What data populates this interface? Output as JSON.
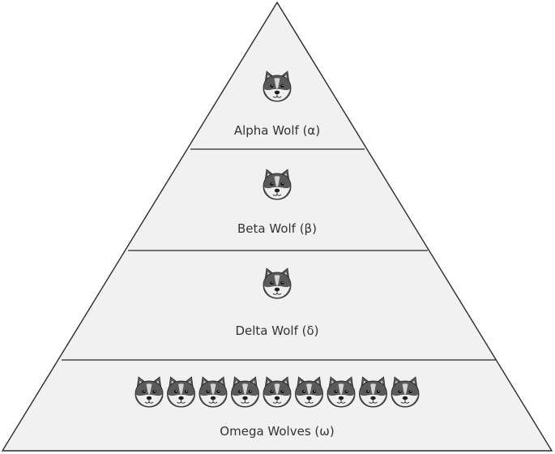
{
  "colors": {
    "background": "#ffffff",
    "pyramid_fill": "#f1f1f1",
    "outline": "#2b2b2b",
    "label_text": "#333333",
    "wolf_fur_dark": "#5a5a5a",
    "wolf_fur_light": "#efefef",
    "wolf_nose": "#1e1e1e"
  },
  "icon": "wolf-face-icon",
  "tiers": [
    {
      "label": "Alpha Wolf (α)",
      "wolf_count": 1
    },
    {
      "label": "Beta Wolf (β)",
      "wolf_count": 1
    },
    {
      "label": "Delta Wolf (δ)",
      "wolf_count": 1
    },
    {
      "label": "Omega Wolves (ω)",
      "wolf_count": 9
    }
  ]
}
